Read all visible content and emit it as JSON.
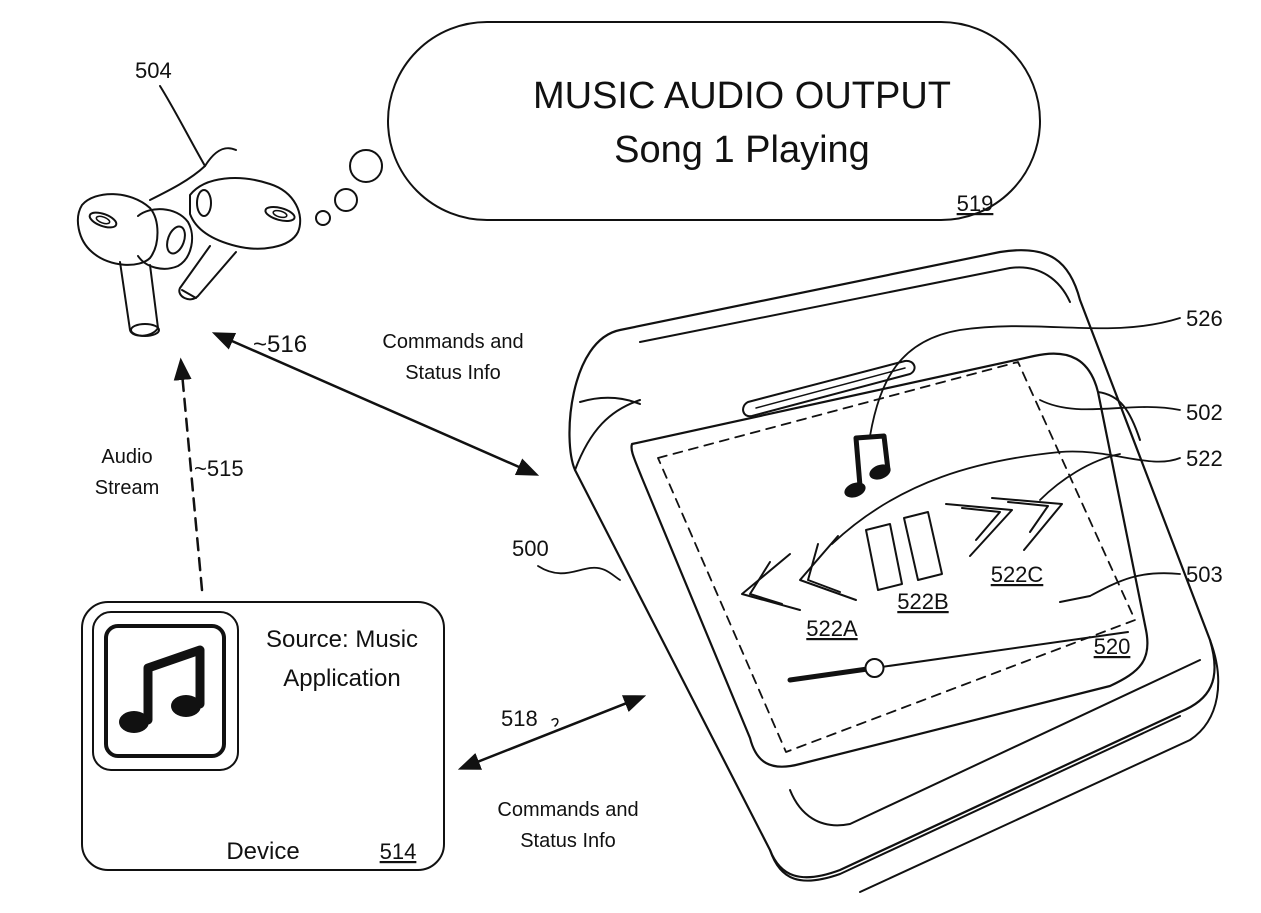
{
  "bubble": {
    "title": "MUSIC AUDIO OUTPUT",
    "subtitle": "Song 1 Playing",
    "ref": "519"
  },
  "earbuds": {
    "ref": "504"
  },
  "links": {
    "commands_top": [
      "Commands and",
      "Status Info"
    ],
    "commands_top_ref": "~516",
    "audio_stream": [
      "Audio",
      "Stream"
    ],
    "audio_stream_ref": "~515",
    "commands_bottom": [
      "Commands and",
      "Status Info"
    ],
    "commands_bottom_ref": "518"
  },
  "device": {
    "source": [
      "Source: Music",
      "Application"
    ],
    "label": "Device",
    "ref": "514"
  },
  "case": {
    "ref_case": "500",
    "ref_lid": "502",
    "ref_display_edge": "503",
    "ref_music_icon": "526",
    "ref_controls": "522",
    "ref_prev": "522A",
    "ref_pause": "522B",
    "ref_next": "522C",
    "ref_display": "520"
  },
  "icons": {
    "music_note": "music-note-icon",
    "app_icon": "music-app-icon",
    "earbuds": "earbuds-icon",
    "case": "charging-case-icon"
  },
  "progress": {
    "fraction": 0.25
  }
}
